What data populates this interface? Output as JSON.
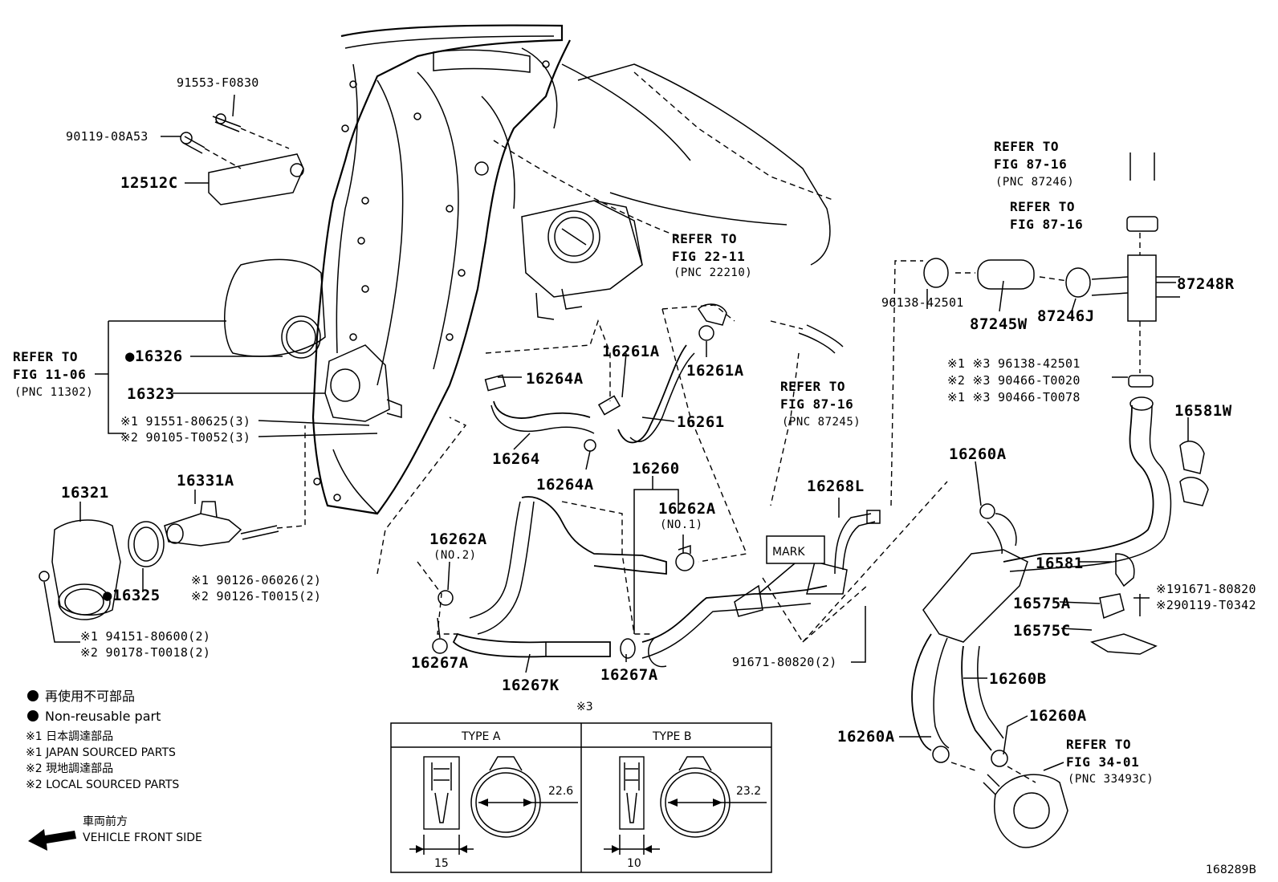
{
  "figure_code": "168289B",
  "part_labels": {
    "p91553": "91553-F0830",
    "p90119": "90119-08A53",
    "p12512C": "12512C",
    "p16326": "●16326",
    "p16323": "16323",
    "p91551": "※1 91551-80625(3)",
    "p90105": "※2 90105-T0052(3)",
    "p16321": "16321",
    "p16331A": "16331A",
    "p16325": "●16325",
    "p90126a": "※1 90126-06026(2)",
    "p90126b": "※2 90126-T0015(2)",
    "p94151": "※1 94151-80600(2)",
    "p90178": "※2 90178-T0018(2)",
    "p16264A_1": "16264A",
    "p16264": "16264",
    "p16264A_2": "16264A",
    "p16261A_1": "16261A",
    "p16261A_2": "16261A",
    "p16261": "16261",
    "p16260": "16260",
    "p16262A_1": "16262A",
    "p16262A_1s": "(NO.1)",
    "p16262A_2": "16262A",
    "p16262A_2s": "(NO.2)",
    "p16267A_1": "16267A",
    "p16267K": "16267K",
    "p16267A_2": "16267A",
    "p16268L": "16268L",
    "p91671b": "91671-80820(2)",
    "p96138a": "96138-42501",
    "p87245W": "87245W",
    "p87246J": "87246J",
    "p87248R": "87248R",
    "p96138b": "※1 ※3 96138-42501",
    "p90466a": "※2 ※3 90466-T0020",
    "p90466b": "※1 ※3 90466-T0078",
    "p16581W": "16581W",
    "p16260A_1": "16260A",
    "p16581": "16581",
    "p16575A": "16575A",
    "p91671a": "※191671-80820",
    "p90119b": "※290119-T0342",
    "p16575C": "16575C",
    "p16260B": "16260B",
    "p16260A_2": "16260A",
    "p16260A_3": "16260A",
    "mark": "MARK"
  },
  "references": {
    "r1_a": "REFER TO",
    "r1_b": "FIG 11-06",
    "r1_c": "(PNC 11302)",
    "r2_a": "REFER TO",
    "r2_b": "FIG 22-11",
    "r2_c": "(PNC 22210)",
    "r3_a": "REFER TO",
    "r3_b": "FIG 87-16",
    "r3_c": "(PNC 87246)",
    "r4_a": "REFER TO",
    "r4_b": "FIG 87-16",
    "r5_a": "REFER TO",
    "r5_b": "FIG 87-16",
    "r5_c": "(PNC 87245)",
    "r6_a": "REFER TO",
    "r6_b": "FIG 34-01",
    "r6_c": "(PNC 33493C)"
  },
  "legend": {
    "non_reusable_jp": "再使用不可部品",
    "non_reusable_en": "Non-reusable part",
    "japan_jp": "※1  日本調達部品",
    "japan_en": "※1  JAPAN SOURCED PARTS",
    "local_jp": "※2  現地調達部品",
    "local_en": "※2  LOCAL SOURCED PARTS",
    "front_jp": "車両前方",
    "front_en": "VEHICLE FRONT SIDE"
  },
  "clamp_table": {
    "note": "※3",
    "type_a": {
      "title": "TYPE A",
      "diameter": "22.6",
      "width": "15"
    },
    "type_b": {
      "title": "TYPE B",
      "diameter": "23.2",
      "width": "10"
    }
  }
}
